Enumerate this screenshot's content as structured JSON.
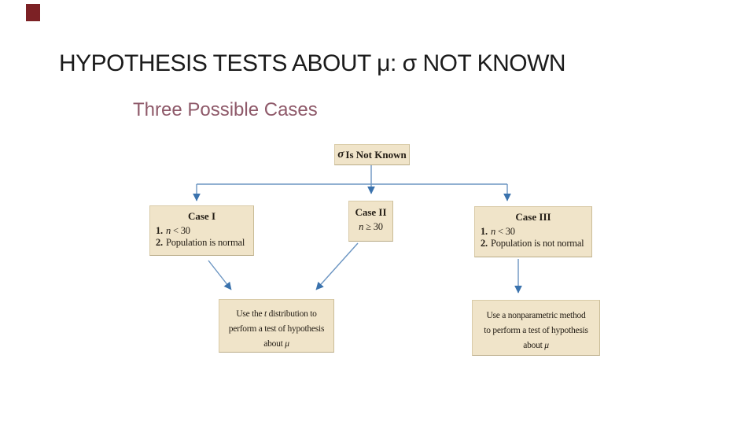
{
  "slide": {
    "title": "HYPOTHESIS TESTS ABOUT μ: σ NOT KNOWN",
    "subtitle": "Three Possible Cases",
    "accent_color": "#7c2125",
    "title_color": "#1b1b1b",
    "subtitle_color": "#8f5a6a"
  },
  "flowchart": {
    "box_fill": "#f0e4c9",
    "box_border": "#d9cba8",
    "line_color": "#6b95c2",
    "arrow_color": "#3a72ad",
    "root": {
      "symbol": "σ",
      "text": "Is Not Known"
    },
    "case1": {
      "title": "Case I",
      "item1_num": "1.",
      "item1_var": "n",
      "item1_rest": " < 30",
      "item2_num": "2.",
      "item2_text": "Population is normal"
    },
    "case2": {
      "title": "Case II",
      "var": "n",
      "rest": " ≥ 30"
    },
    "case3": {
      "title": "Case III",
      "item1_num": "1.",
      "item1_var": "n",
      "item1_rest": " < 30",
      "item2_num": "2.",
      "item2_text": "Population is not normal"
    },
    "use_t": {
      "line1_pre": "Use the ",
      "line1_var": "t",
      "line1_post": " distribution to",
      "line2": "perform a test of hypothesis",
      "line3_pre": "about ",
      "line3_var": "μ"
    },
    "use_np": {
      "line1": "Use a nonparametric method",
      "line2": "to perform a test of hypothesis",
      "line3_pre": "about ",
      "line3_var": "μ"
    }
  }
}
